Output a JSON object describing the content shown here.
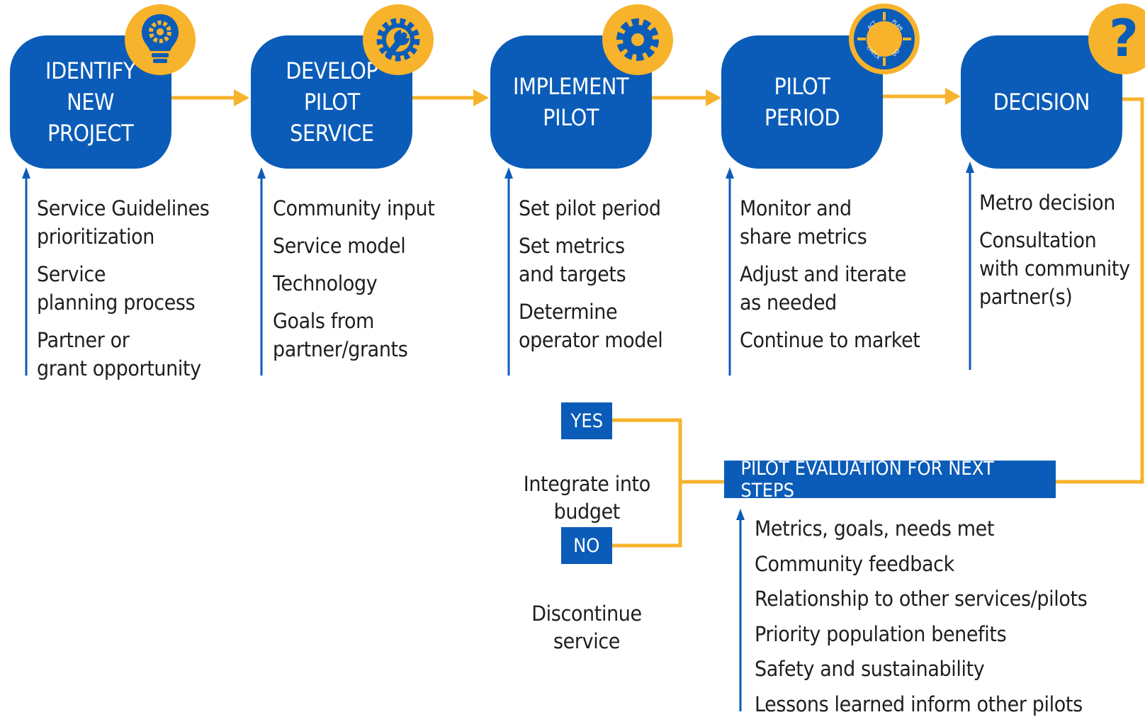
{
  "colors": {
    "primary_blue": "#0b5cb8",
    "accent_yellow": "#f7b32b",
    "text": "#1e1e1e"
  },
  "stages": [
    {
      "title": "IDENTIFY\nNEW\nPROJECT",
      "icon": "lightbulb-gear-icon",
      "notes": [
        "Service Guidelines\nprioritization",
        "Service\nplanning process",
        "Partner or\ngrant opportunity"
      ]
    },
    {
      "title": "DEVELOP\nPILOT\nSERVICE",
      "icon": "gear-wrench-icon",
      "notes": [
        "Community input",
        "Service model",
        "Technology",
        "Goals from\npartner/grants"
      ]
    },
    {
      "title": "IMPLEMENT\nPILOT",
      "icon": "gear-icon",
      "notes": [
        "Set pilot period",
        "Set metrics\nand targets",
        "Determine\noperator model"
      ]
    },
    {
      "title": "PILOT\nPERIOD",
      "icon": "plan-do-check-act-cycle-icon",
      "cycle_labels": [
        "ACT",
        "PLAN",
        "CHECK",
        "DO"
      ],
      "notes": [
        "Monitor and\nshare metrics",
        "Adjust and iterate\nas needed",
        "Continue to market"
      ]
    },
    {
      "title": "DECISION",
      "icon": "question-mark-icon",
      "notes": [
        "Metro decision",
        "Consultation\nwith community\npartner(s)"
      ]
    }
  ],
  "evaluation": {
    "title": "PILOT EVALUATION FOR NEXT STEPS",
    "criteria": [
      "Metrics, goals, needs met",
      "Community feedback",
      "Relationship to other services/pilots",
      "Priority population benefits",
      "Safety and sustainability",
      "Lessons learned inform other pilots"
    ]
  },
  "outcomes": {
    "yes": {
      "label": "YES",
      "caption": "Integrate into\nbudget"
    },
    "no": {
      "label": "NO",
      "caption": "Discontinue service"
    }
  }
}
